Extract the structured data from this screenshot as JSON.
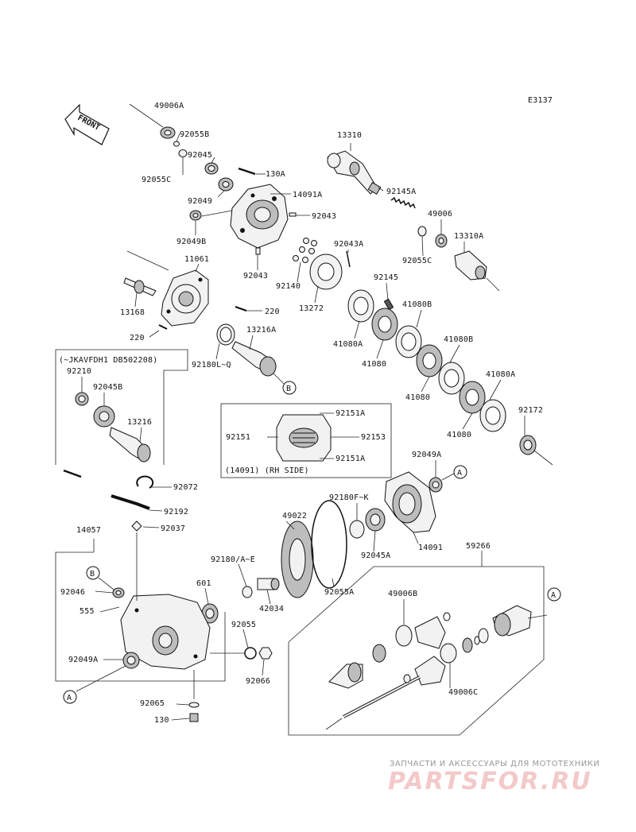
{
  "diagram_id": "E3137",
  "front_label": "FRONT",
  "notes": {
    "jkav": "(~JKAVFDH1 DB502208)",
    "rh_side": "(14091) (RH SIDE)"
  },
  "markers": [
    "A",
    "B"
  ],
  "labels": [
    "49006A",
    "92055B",
    "92045",
    "130A",
    "92055C",
    "14091A",
    "92049",
    "92043",
    "92049B",
    "13310",
    "92145A",
    "49006",
    "13310A",
    "92055C",
    "92043A",
    "92043",
    "92140",
    "13272",
    "92145",
    "11061",
    "220",
    "220",
    "13168",
    "41080B",
    "41080A",
    "41080",
    "41080B",
    "41080",
    "41080A",
    "41080",
    "92172",
    "13216A",
    "92180L~Q",
    "92210",
    "92045B",
    "13216",
    "92151A",
    "92151",
    "92153",
    "92151A",
    "92049A",
    "92180F~K",
    "14091",
    "92045A",
    "92072",
    "92192",
    "92037",
    "14057",
    "49022",
    "92180/A~E",
    "42034",
    "92055A",
    "601",
    "92046",
    "555",
    "92055",
    "92049A",
    "92066",
    "92065",
    "130",
    "59266",
    "49006B",
    "49006C"
  ],
  "watermark": {
    "caption": "ЗАПЧАСТИ И АКСЕССУАРЫ ДЛЯ МОТОТЕХНИКИ",
    "brand": "PARTSFOR.RU"
  },
  "colors": {
    "line": "#111111",
    "watermark_caption": "#999999",
    "watermark_brand": "#f3c9c9"
  }
}
